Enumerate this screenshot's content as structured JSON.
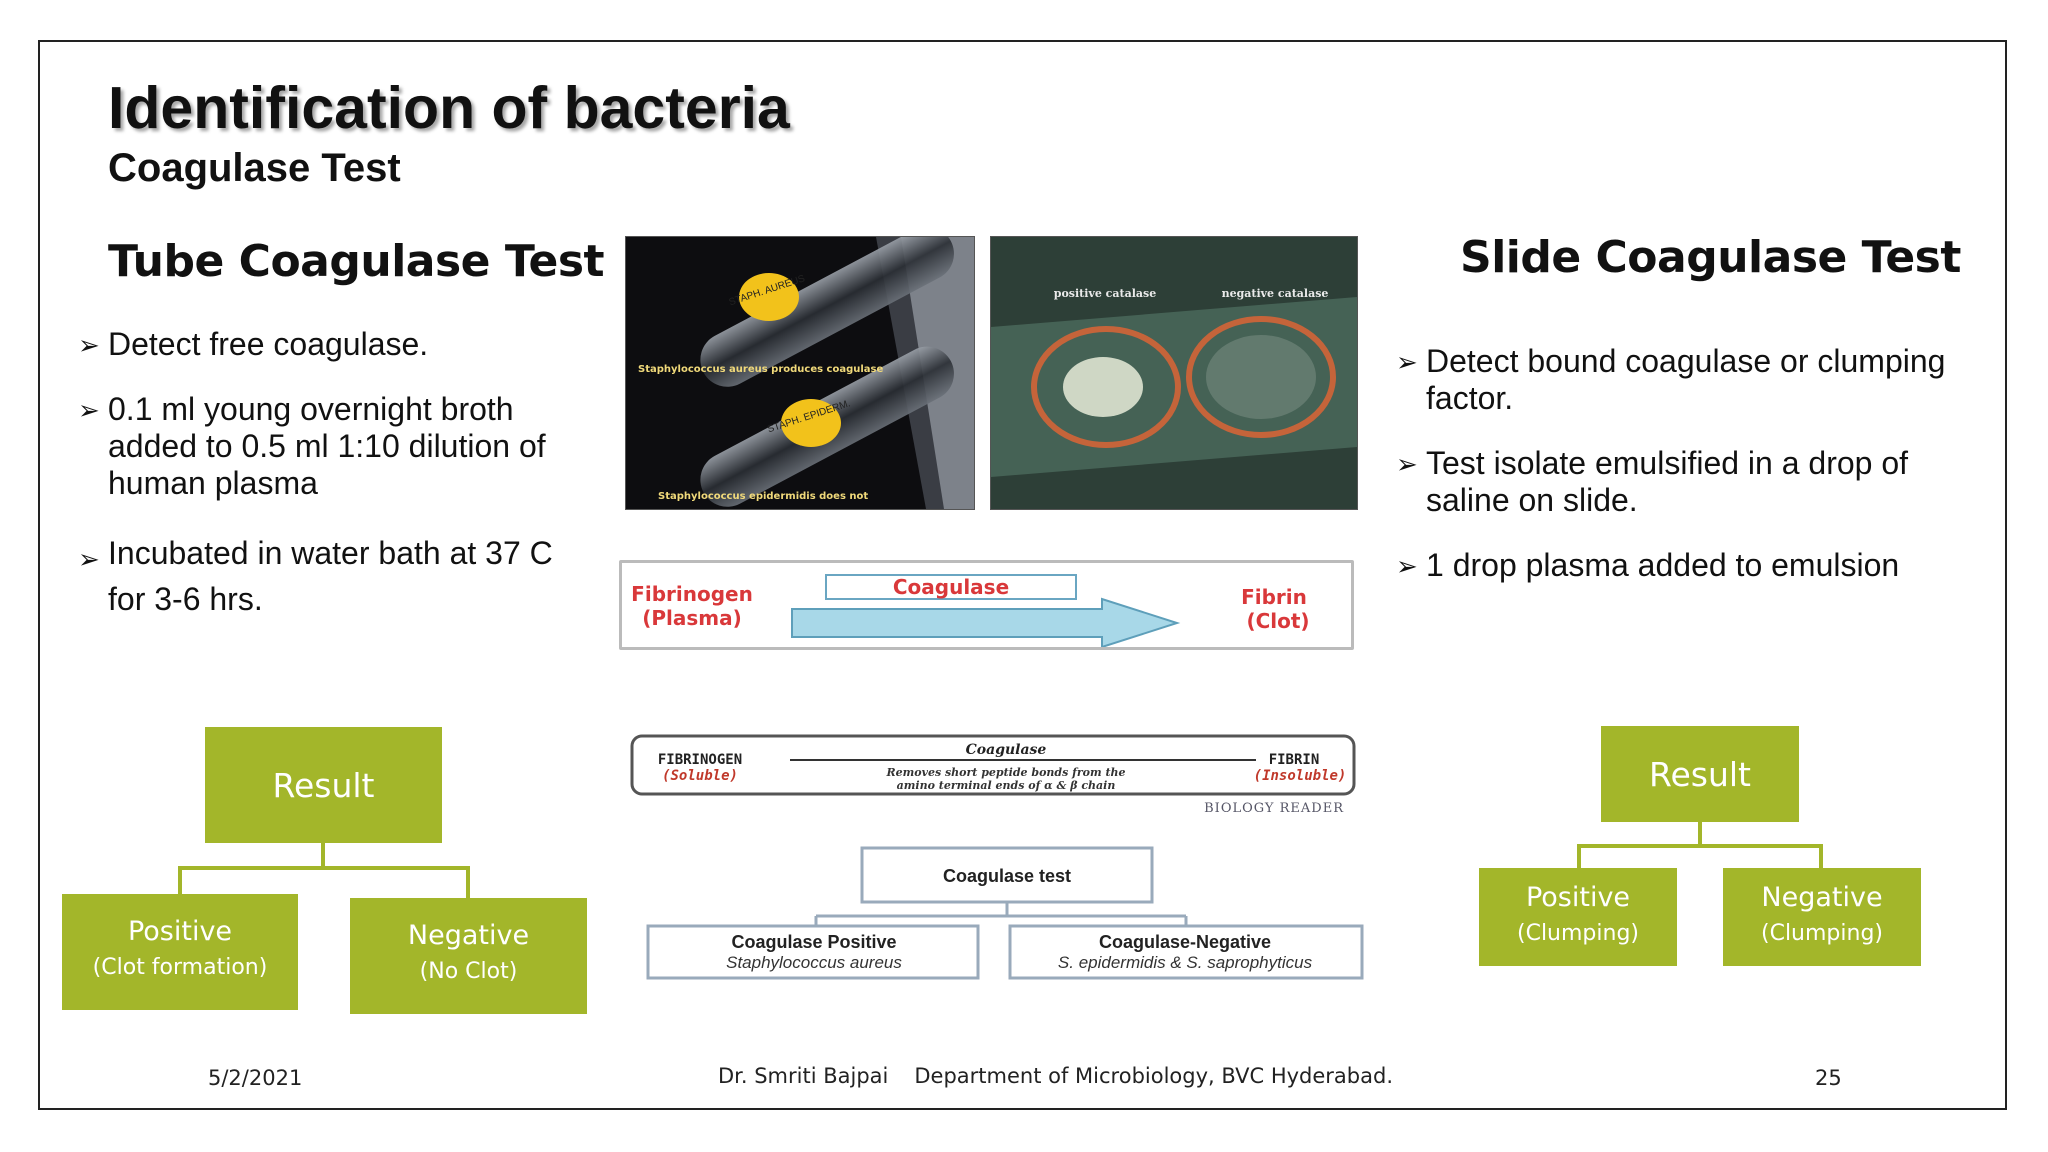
{
  "title": "Identification of bacteria",
  "subtitle": "Coagulase Test",
  "tube": {
    "heading": "Tube Coagulase Test",
    "bullets": [
      "Detect free coagulase.",
      "0.1 ml young overnight broth added to 0.5 ml 1:10 dilution of human plasma",
      "Incubated in water bath at 37 C for 3-6 hrs."
    ],
    "result": {
      "label": "Result",
      "positive": "Positive",
      "positive_note": "(Clot formation)",
      "negative": "Negative",
      "negative_note": "(No Clot)"
    }
  },
  "slide": {
    "heading": "Slide Coagulase Test",
    "bullets": [
      "Detect bound coagulase or clumping factor.",
      "Test isolate emulsified in a drop of saline on slide.",
      "1 drop plasma added to emulsion"
    ],
    "result": {
      "label": "Result",
      "positive": "Positive",
      "positive_note": "(Clumping)",
      "negative": "Negative",
      "negative_note": "(Clumping)"
    }
  },
  "photo_tubes": {
    "label_top": "STAPH. AUREUS",
    "caption_top": "Staphylococcus aureus produces coagulase",
    "label_bottom": "STAPH. EPIDERM.",
    "caption_bottom": "Staphylococcus epidermidis does not"
  },
  "photo_slide": {
    "left_label": "positive catalase",
    "right_label": "negative catalase"
  },
  "reaction_diagram": {
    "substrate": "Fibrinogen",
    "substrate_note": "(Plasma)",
    "enzyme": "Coagulase",
    "product": "Fibrin",
    "product_note": "(Clot)"
  },
  "mechanism_diagram": {
    "substrate": "FIBRINOGEN",
    "substrate_note": "(Soluble)",
    "enzyme": "Coagulase",
    "detail_1": "Removes short peptide bonds from the",
    "detail_2": "amino terminal ends of α & β chain",
    "product": "FIBRIN",
    "product_note": "(Insoluble)",
    "credit": "BIOLOGY READER"
  },
  "classification": {
    "root": "Coagulase test",
    "positive": "Coagulase Positive",
    "positive_example": "Staphylococcus aureus",
    "negative": "Coagulase-Negative",
    "negative_example": "S. epidermidis & S. saprophyticus"
  },
  "footer": {
    "date": "5/2/2021",
    "author": "Dr. Smriti Bajpai",
    "department": "Department of Microbiology, BVC Hyderabad.",
    "page": "25"
  },
  "colors": {
    "result_green": "#a3b62a",
    "reaction_red": "#d9383a",
    "arrow_blue": "#a8d8e8"
  }
}
